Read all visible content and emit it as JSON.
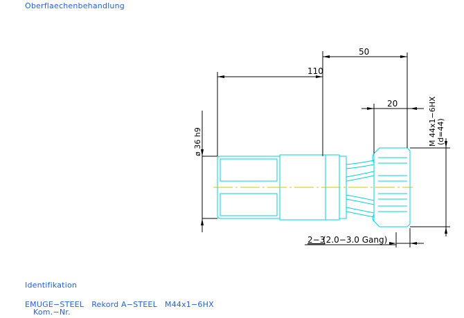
{
  "header": {
    "title": "Oberflaechenbehandlung"
  },
  "drawing": {
    "dimensions": {
      "length_total": "110",
      "length_50": "50",
      "length_20": "20",
      "diameter": "ø 36 h9",
      "thread": "M 44x1−6HX",
      "thread_d": "(d=44)",
      "gang": "2−3",
      "gang_detail": "(2.0−3.0 Gang)"
    },
    "colors": {
      "outline": "#00d0e0",
      "dimension": "#000000",
      "centerline": "#d8c000",
      "text_blue": "#2060e0"
    }
  },
  "footer": {
    "identifikation_label": "Identifikation",
    "product_line": "EMUGE−STEEL   Rekord A−STEEL   M44x1−6HX",
    "kom_label": "Kom.−Nr."
  }
}
